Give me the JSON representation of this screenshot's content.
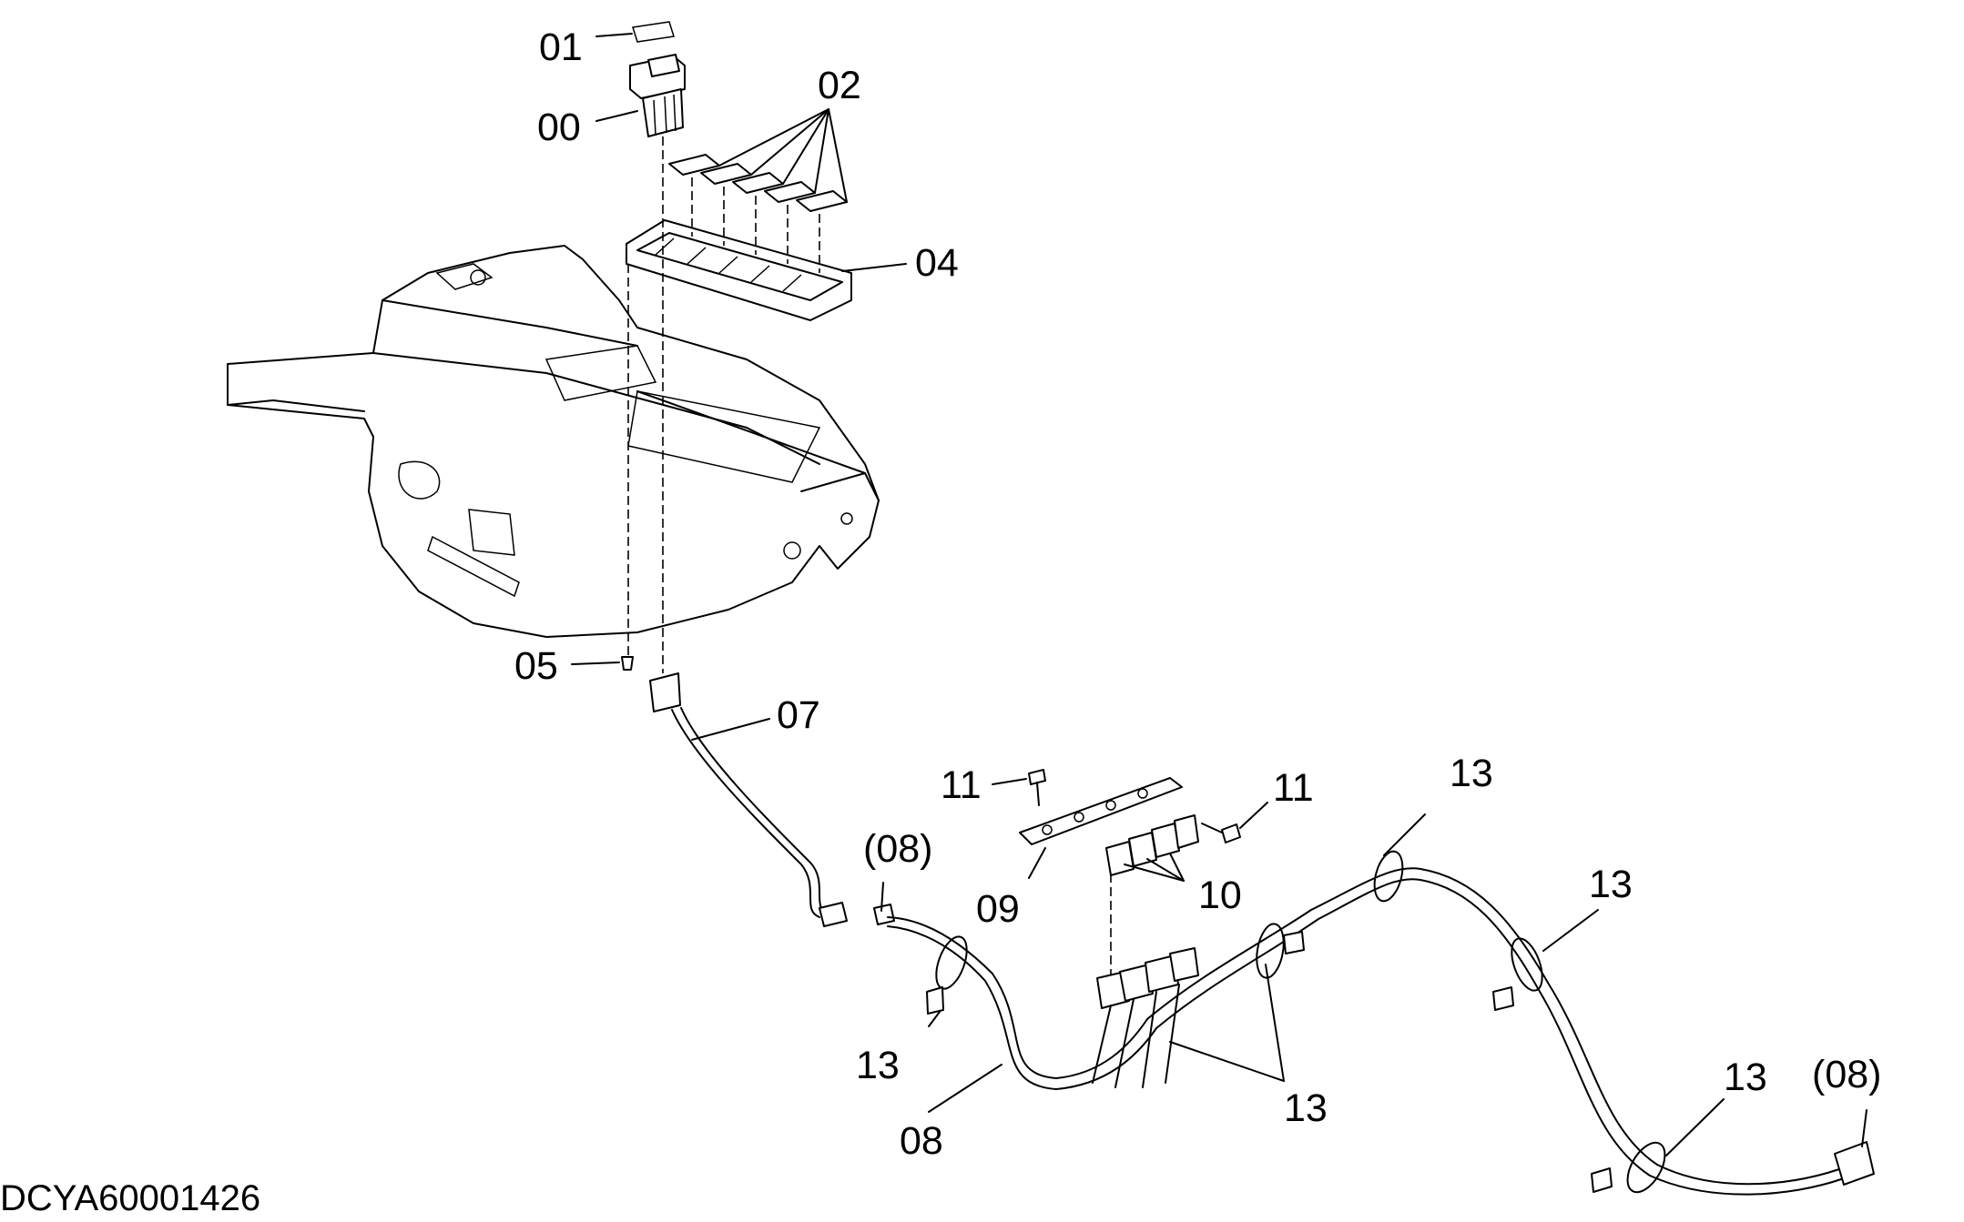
{
  "drawing_number": "DCYA60001426",
  "callouts": {
    "c00": "00",
    "c01": "01",
    "c02": "02",
    "c04": "04",
    "c05": "05",
    "c07": "07",
    "c08a": "(08)",
    "c08b": "08",
    "c08c": "(08)",
    "c09": "09",
    "c10": "10",
    "c11a": "11",
    "c11b": "11",
    "c13a": "13",
    "c13b": "13",
    "c13c": "13",
    "c13d": "13",
    "c13e": "13"
  }
}
